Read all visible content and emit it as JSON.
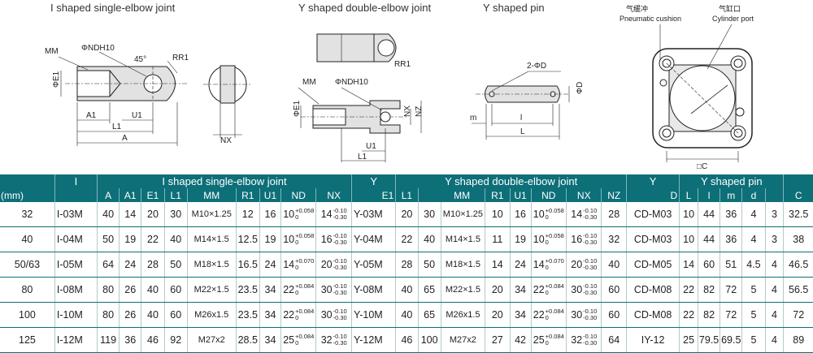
{
  "titles": {
    "i_joint": "I shaped single-elbow joint",
    "y_joint": "Y shaped double-elbow joint",
    "y_pin": "Y shaped pin",
    "port_cn_1": "气缓冲",
    "port_en_1": "Pneumatic cushion",
    "port_cn_2": "气缸口",
    "port_en_2": "Cylinder port"
  },
  "drawing_labels": {
    "mm": "MM",
    "nd": "ΦNDH10",
    "deg45": "45°",
    "rr1": "RR1",
    "e1": "ΦE1",
    "a1": "A1",
    "u1": "U1",
    "l1": "L1",
    "a": "A",
    "nx": "NX",
    "nz": "NZ",
    "two_d": "2-ΦD",
    "phi_d": "ΦD",
    "m": "m",
    "l": "l",
    "L": "L",
    "c": "□C"
  },
  "table": {
    "group_headers": {
      "i_code": "I",
      "i_title": "I shaped single-elbow joint",
      "y_code": "Y",
      "y_title": "Y shaped double-elbow joint",
      "pin_code": "Y",
      "pin_title": "Y shaped pin"
    },
    "columns": {
      "mm": "(mm)",
      "i": [
        "A",
        "A1",
        "E1",
        "L1",
        "MM",
        "R1",
        "U1",
        "ND",
        "NX"
      ],
      "y": [
        "E1",
        "L1",
        "MM",
        "R1",
        "U1",
        "ND",
        "NX",
        "NZ"
      ],
      "pin": [
        "D",
        "L",
        "l",
        "m",
        "d"
      ],
      "c": "C"
    },
    "rows": [
      {
        "bore": "32",
        "i_model": "I-03M",
        "A": "40",
        "A1": "14",
        "E1": "20",
        "L1": "30",
        "MM": "M10×1.25",
        "R1": "12",
        "U1": "16",
        "ND": "10",
        "ND_up": "+0.058",
        "ND_lo": "0",
        "NX": "14",
        "NX_up": "-0.10",
        "NX_lo": "-0.30",
        "y_model": "Y-03M",
        "yE1": "20",
        "yL1": "30",
        "yMM": "M10×1.25",
        "yR1": "10",
        "yU1": "16",
        "yND": "10",
        "yND_up": "+0.058",
        "yND_lo": "0",
        "yNX": "14",
        "yNX_up": "-0.10",
        "yNX_lo": "-0.30",
        "NZ": "28",
        "pin": "CD-M03",
        "D": "10",
        "L": "44",
        "l": "36",
        "m": "4",
        "d": "3",
        "C": "32.5"
      },
      {
        "bore": "40",
        "i_model": "I-04M",
        "A": "50",
        "A1": "19",
        "E1": "22",
        "L1": "40",
        "MM": "M14×1.5",
        "R1": "12.5",
        "U1": "19",
        "ND": "10",
        "ND_up": "+0.058",
        "ND_lo": "0",
        "NX": "16",
        "NX_up": "-0.10",
        "NX_lo": "-0.30",
        "y_model": "Y-04M",
        "yE1": "22",
        "yL1": "40",
        "yMM": "M14×1.5",
        "yR1": "11",
        "yU1": "19",
        "yND": "10",
        "yND_up": "+0.058",
        "yND_lo": "0",
        "yNX": "16",
        "yNX_up": "-0.10",
        "yNX_lo": "-0.30",
        "NZ": "32",
        "pin": "CD-M03",
        "D": "10",
        "L": "44",
        "l": "36",
        "m": "4",
        "d": "3",
        "C": "38"
      },
      {
        "bore": "50/63",
        "i_model": "I-05M",
        "A": "64",
        "A1": "24",
        "E1": "28",
        "L1": "50",
        "MM": "M18×1.5",
        "R1": "16.5",
        "U1": "24",
        "ND": "14",
        "ND_up": "+0.070",
        "ND_lo": "0",
        "NX": "20",
        "NX_up": "-0.10",
        "NX_lo": "-0.30",
        "y_model": "Y-05M",
        "yE1": "28",
        "yL1": "50",
        "yMM": "M18×1.5",
        "yR1": "14",
        "yU1": "24",
        "yND": "14",
        "yND_up": "+0.070",
        "yND_lo": "0",
        "yNX": "20",
        "yNX_up": "-0.10",
        "yNX_lo": "-0.30",
        "NZ": "40",
        "pin": "CD-M05",
        "D": "14",
        "L": "60",
        "l": "51",
        "m": "4.5",
        "d": "4",
        "C": "46.5"
      },
      {
        "bore": "80",
        "i_model": "I-08M",
        "A": "80",
        "A1": "26",
        "E1": "40",
        "L1": "60",
        "MM": "M22×1.5",
        "R1": "23.5",
        "U1": "34",
        "ND": "22",
        "ND_up": "+0.084",
        "ND_lo": "0",
        "NX": "30",
        "NX_up": "-0.10",
        "NX_lo": "-0.30",
        "y_model": "Y-08M",
        "yE1": "40",
        "yL1": "65",
        "yMM": "M22×1.5",
        "yR1": "20",
        "yU1": "34",
        "yND": "22",
        "yND_up": "+0.084",
        "yND_lo": "0",
        "yNX": "30",
        "yNX_up": "-0.10",
        "yNX_lo": "-0.30",
        "NZ": "60",
        "pin": "CD-M08",
        "D": "22",
        "L": "82",
        "l": "72",
        "m": "5",
        "d": "4",
        "C": "56.5"
      },
      {
        "bore": "100",
        "i_model": "I-10M",
        "A": "80",
        "A1": "26",
        "E1": "40",
        "L1": "60",
        "MM": "M26x1.5",
        "R1": "23.5",
        "U1": "34",
        "ND": "22",
        "ND_up": "+0.084",
        "ND_lo": "0",
        "NX": "30",
        "NX_up": "-0.10",
        "NX_lo": "-0.30",
        "y_model": "Y-10M",
        "yE1": "40",
        "yL1": "65",
        "yMM": "M26x1.5",
        "yR1": "20",
        "yU1": "34",
        "yND": "22",
        "yND_up": "+0.084",
        "yND_lo": "0",
        "yNX": "30",
        "yNX_up": "-0.10",
        "yNX_lo": "-0.30",
        "NZ": "60",
        "pin": "CD-M08",
        "D": "22",
        "L": "82",
        "l": "72",
        "m": "5",
        "d": "4",
        "C": "72"
      },
      {
        "bore": "125",
        "i_model": "I-12M",
        "A": "119",
        "A1": "36",
        "E1": "46",
        "L1": "92",
        "MM": "M27x2",
        "R1": "28.5",
        "U1": "34",
        "ND": "25",
        "ND_up": "+0.084",
        "ND_lo": "0",
        "NX": "32",
        "NX_up": "-0.10",
        "NX_lo": "-0.30",
        "y_model": "Y-12M",
        "yE1": "46",
        "yL1": "100",
        "yMM": "M27x2",
        "yR1": "27",
        "yU1": "42",
        "yND": "25",
        "yND_up": "+0.084",
        "yND_lo": "0",
        "yNX": "32",
        "yNX_up": "-0.10",
        "yNX_lo": "-0.30",
        "NZ": "64",
        "pin": "IY-12",
        "D": "25",
        "L": "79.5",
        "l": "69.5",
        "m": "5",
        "d": "4",
        "C": "89"
      }
    ]
  }
}
